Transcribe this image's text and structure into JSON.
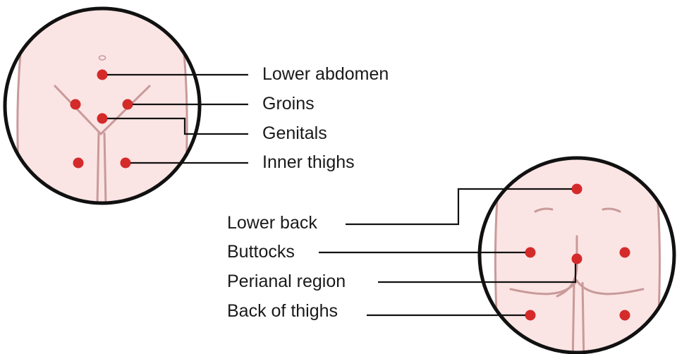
{
  "front_view": {
    "labels": {
      "lower_abdomen": "Lower abdomen",
      "groins": "Groins",
      "genitals": "Genitals",
      "inner_thighs": "Inner thighs"
    }
  },
  "back_view": {
    "labels": {
      "lower_back": "Lower back",
      "buttocks": "Buttocks",
      "perianal_region": "Perianal region",
      "back_of_thighs": "Back of thighs"
    }
  },
  "colors": {
    "skin": "#fbe4e4",
    "body_outline": "#c99a9a",
    "marker": "#d42a2a",
    "frame": "#111111"
  }
}
